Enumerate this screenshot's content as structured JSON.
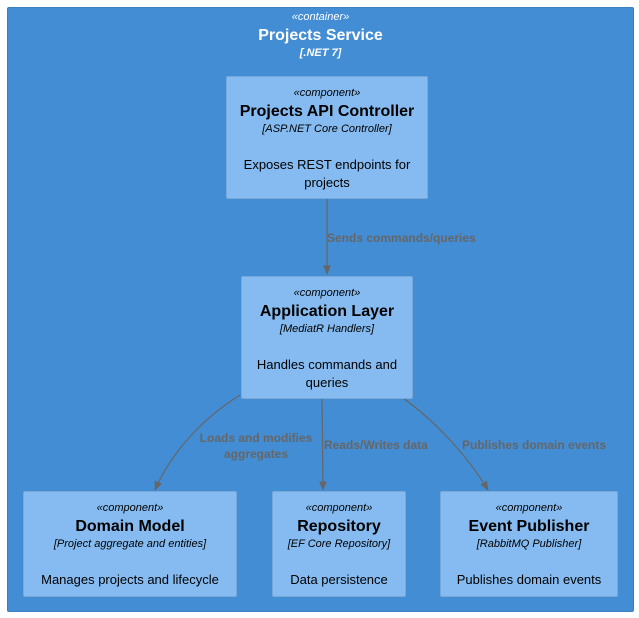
{
  "container": {
    "stereotype": "«container»",
    "title": "Projects Service",
    "technology": "[.NET 7]"
  },
  "components": {
    "api": {
      "stereotype": "«component»",
      "title": "Projects API Controller",
      "technology": "[ASP.NET Core Controller]",
      "description": "Exposes REST endpoints for projects"
    },
    "app": {
      "stereotype": "«component»",
      "title": "Application Layer",
      "technology": "[MediatR Handlers]",
      "description": "Handles commands and queries"
    },
    "domain": {
      "stereotype": "«component»",
      "title": "Domain Model",
      "technology": "[Project aggregate and entities]",
      "description": "Manages projects and lifecycle"
    },
    "repo": {
      "stereotype": "«component»",
      "title": "Repository",
      "technology": "[EF Core Repository]",
      "description": "Data persistence"
    },
    "events": {
      "stereotype": "«component»",
      "title": "Event Publisher",
      "technology": "[RabbitMQ Publisher]",
      "description": "Publishes domain events"
    }
  },
  "relationships": [
    {
      "from": "Projects API Controller",
      "to": "Application Layer",
      "label": "Sends commands/queries"
    },
    {
      "from": "Application Layer",
      "to": "Domain Model",
      "label": "Loads and modifies aggregates"
    },
    {
      "from": "Application Layer",
      "to": "Repository",
      "label": "Reads/Writes data"
    },
    {
      "from": "Application Layer",
      "to": "Event Publisher",
      "label": "Publishes domain events"
    }
  ],
  "colors": {
    "container_fill": "#438dd5",
    "component_fill": "#85bbf0",
    "arrow": "#666666"
  }
}
